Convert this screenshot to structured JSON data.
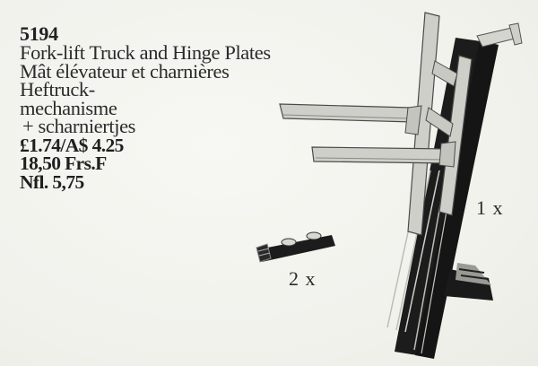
{
  "item": {
    "code": "5194",
    "title_en": "Fork-lift Truck and Hinge Plates",
    "title_fr": "Mât élévateur et charnières",
    "title_nl_line1": "Heftruck-",
    "title_nl_line2": "mechanisme",
    "title_nl_line3": "+ scharniertjes"
  },
  "prices": {
    "gbp_aud": "£1.74/A$ 4.25",
    "frf": "18,50 Frs.F",
    "nlg": "Nfl. 5,75"
  },
  "parts": [
    {
      "name": "fork-lift mast",
      "quantity_label": "1 x"
    },
    {
      "name": "hinge plate",
      "quantity_label": "2 x"
    }
  ],
  "colors": {
    "background": "#f4f4f0",
    "part_black": "#1c1c1c",
    "part_grey": "#c9c9c4"
  }
}
